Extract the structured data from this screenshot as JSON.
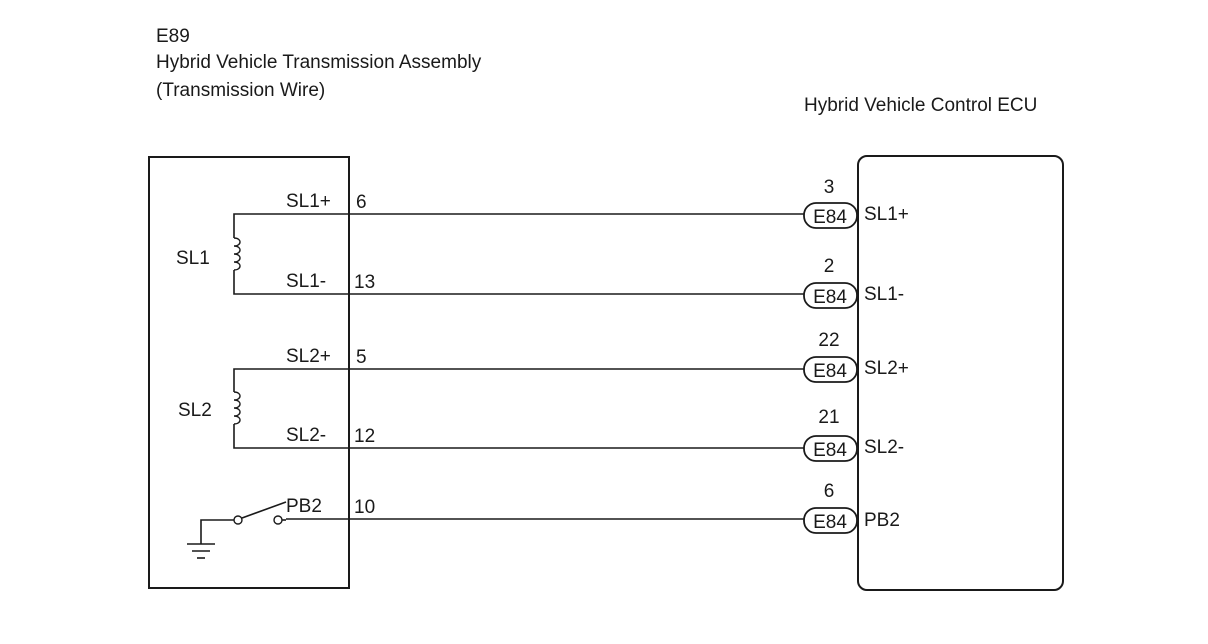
{
  "left_component": {
    "code": "E89",
    "name": "Hybrid Vehicle Transmission Assembly",
    "subtitle": "(Transmission Wire)"
  },
  "right_component": {
    "name": "Hybrid Vehicle Control ECU"
  },
  "solenoids": [
    {
      "label": "SL1"
    },
    {
      "label": "SL2"
    }
  ],
  "wires": [
    {
      "left_terminal": "SL1+",
      "left_pin": "6",
      "connector": "E84",
      "right_pin": "3",
      "right_terminal": "SL1+"
    },
    {
      "left_terminal": "SL1-",
      "left_pin": "13",
      "connector": "E84",
      "right_pin": "2",
      "right_terminal": "SL1-"
    },
    {
      "left_terminal": "SL2+",
      "left_pin": "5",
      "connector": "E84",
      "right_pin": "22",
      "right_terminal": "SL2+"
    },
    {
      "left_terminal": "SL2-",
      "left_pin": "12",
      "connector": "E84",
      "right_pin": "21",
      "right_terminal": "SL2-"
    },
    {
      "left_terminal": "PB2",
      "left_pin": "10",
      "connector": "E84",
      "right_pin": "6",
      "right_terminal": "PB2"
    }
  ],
  "icons": {
    "coil": "coil-icon",
    "switch": "switch-icon",
    "ground": "ground-icon"
  }
}
